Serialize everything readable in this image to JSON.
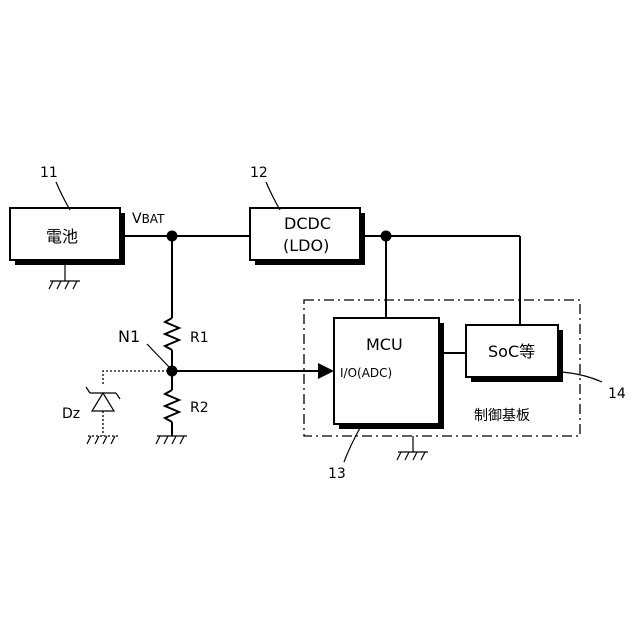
{
  "diagram": {
    "battery": {
      "ref": "11",
      "label": "電池"
    },
    "vbat": {
      "main": "V",
      "sub": "BAT"
    },
    "dcdc": {
      "ref": "12",
      "line1": "DCDC",
      "line2": "(LDO)"
    },
    "node": {
      "label": "N1"
    },
    "r1": {
      "label": "R1"
    },
    "r2": {
      "label": "R2"
    },
    "zener": {
      "label": "Dz"
    },
    "mcu": {
      "ref": "13",
      "label": "MCU",
      "port": "I/O(ADC)"
    },
    "soc": {
      "ref": "14",
      "label": "SoC等"
    },
    "board": {
      "label": "制御基板"
    }
  }
}
